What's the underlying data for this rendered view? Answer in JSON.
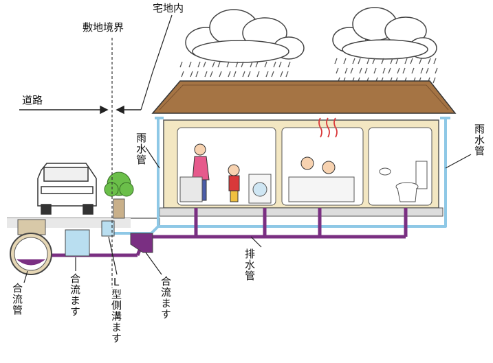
{
  "labels": {
    "property_line": "敷地境界",
    "on_site": "宅地内",
    "road": "道路",
    "rain_pipe_left": "雨水管",
    "rain_pipe_right": "雨水管",
    "drain_pipe": "排水管",
    "combined_sewer": "合流管",
    "combined_box_road": "合流ます",
    "l_gutter_box": "L型側溝ます",
    "combined_box_site": "合流ます"
  },
  "colors": {
    "rain_pipe": "#8ec8e6",
    "drain_pipe": "#7a2f82",
    "roof": "#a07040",
    "wall": "#f3e7c2",
    "ground": "#eeeeee",
    "cloud_rain": "#555555"
  }
}
